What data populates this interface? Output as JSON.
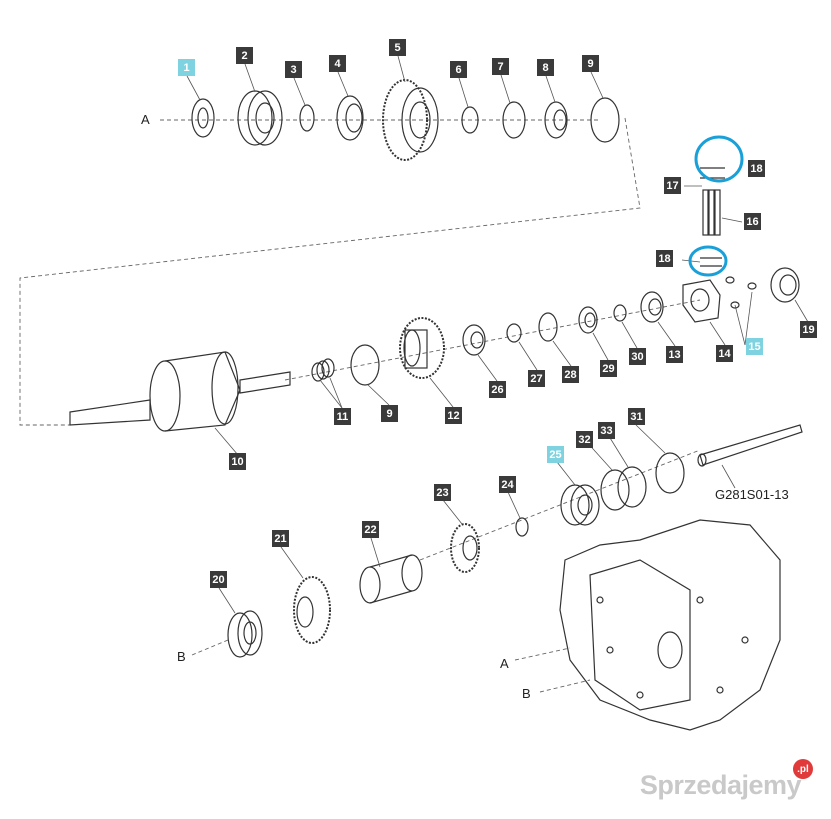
{
  "diagram": {
    "part_callouts": [
      {
        "num": "1",
        "highlight": true
      },
      {
        "num": "2",
        "highlight": false
      },
      {
        "num": "3",
        "highlight": false
      },
      {
        "num": "4",
        "highlight": false
      },
      {
        "num": "5",
        "highlight": false
      },
      {
        "num": "6",
        "highlight": false
      },
      {
        "num": "7",
        "highlight": false
      },
      {
        "num": "8",
        "highlight": false
      },
      {
        "num": "9",
        "highlight": false
      },
      {
        "num": "18",
        "highlight": false
      },
      {
        "num": "17",
        "highlight": false
      },
      {
        "num": "16",
        "highlight": false
      },
      {
        "num": "18",
        "highlight": false
      },
      {
        "num": "15",
        "highlight": true
      },
      {
        "num": "19",
        "highlight": false
      },
      {
        "num": "14",
        "highlight": false
      },
      {
        "num": "13",
        "highlight": false
      },
      {
        "num": "30",
        "highlight": false
      },
      {
        "num": "29",
        "highlight": false
      },
      {
        "num": "28",
        "highlight": false
      },
      {
        "num": "27",
        "highlight": false
      },
      {
        "num": "26",
        "highlight": false
      },
      {
        "num": "12",
        "highlight": false
      },
      {
        "num": "9",
        "highlight": false
      },
      {
        "num": "11",
        "highlight": false
      },
      {
        "num": "10",
        "highlight": false
      },
      {
        "num": "31",
        "highlight": false
      },
      {
        "num": "33",
        "highlight": false
      },
      {
        "num": "32",
        "highlight": false
      },
      {
        "num": "25",
        "highlight": true
      },
      {
        "num": "24",
        "highlight": false
      },
      {
        "num": "23",
        "highlight": false
      },
      {
        "num": "22",
        "highlight": false
      },
      {
        "num": "21",
        "highlight": false
      },
      {
        "num": "20",
        "highlight": false
      }
    ],
    "reference_labels": [
      "A",
      "A",
      "B",
      "B"
    ],
    "drawing_code": "G281S01-13",
    "highlight_color": "#7fd3e0",
    "circle_color": "#1aa0d8"
  },
  "watermark": {
    "text": "Sprzedajemy",
    "suffix": ".pl",
    "accent": "#e03a3a"
  }
}
